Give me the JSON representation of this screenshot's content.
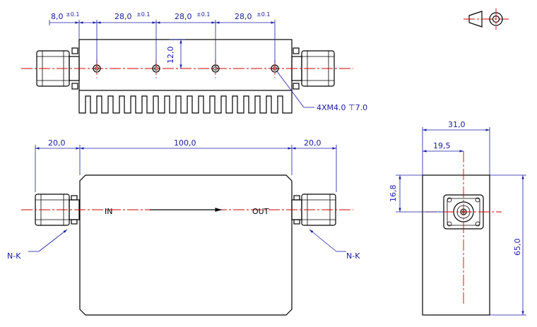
{
  "top_view": {
    "dims": [
      {
        "value": "8,0",
        "tol": "±0.1"
      },
      {
        "value": "28,0",
        "tol": "±0.1"
      },
      {
        "value": "28,0",
        "tol": "±0.1"
      },
      {
        "value": "28,0",
        "tol": "±0.1"
      }
    ],
    "height_dim": "12,0",
    "hole_callout": "4XM4.0 ⊤7.0"
  },
  "front_view": {
    "dims": [
      "20,0",
      "100,0",
      "20,0"
    ],
    "in_label": "IN",
    "out_label": "OUT",
    "connector_left": "N-K",
    "connector_right": "N-K"
  },
  "side_view": {
    "width_dim": "31,0",
    "offset_dim": "19,5",
    "vertical_offset_dim": "16,8",
    "height_dim": "65,0"
  }
}
